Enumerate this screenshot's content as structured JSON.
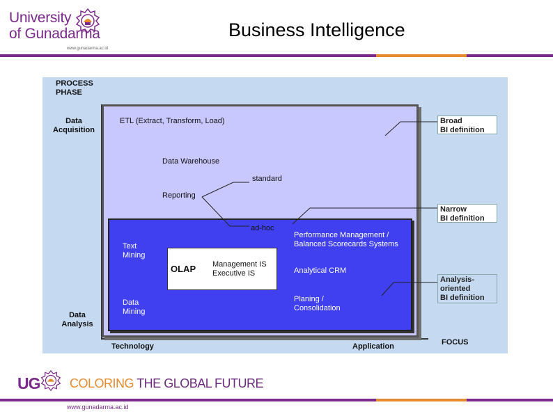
{
  "header": {
    "university_line1": "University",
    "university_line2": "of Gunadarma",
    "logo_url": "www.gunadarma.ac.id",
    "title": "Business Intelligence"
  },
  "diagram": {
    "process_phase": "PROCESS\nPHASE",
    "data_acquisition": "Data\nAcquisition",
    "data_analysis": "Data\nAnalysis",
    "etl": "ETL (Extract, Transform, Load)",
    "data_warehouse": "Data Warehouse",
    "standard": "standard",
    "reporting": "Reporting",
    "ad_hoc": "ad-hoc",
    "performance_mgmt": "Performance Management /\nBalanced Scorecards Systems",
    "text_mining": "Text\nMining",
    "olap": "OLAP",
    "management_is": "Management IS\nExecutive IS",
    "analytical_crm": "Analytical CRM",
    "data_mining": "Data\nMining",
    "planing": "Planing /\nConsolidation",
    "technology": "Technology",
    "application": "Application",
    "focus": "FOCUS",
    "broad": "Broad\nBI definition",
    "narrow": "Narrow\nBI definition",
    "analysis_oriented": "Analysis-\noriented\nBI definition"
  },
  "footer": {
    "ug": "UG",
    "coloring": "COLORING",
    "global_future": " THE GLOBAL FUTURE",
    "url": "www.gunadarma.ac.id"
  },
  "colors": {
    "purple": "#7a2a8a",
    "orange": "#e58a2e",
    "diagram_bg": "#c5d9f1",
    "outer_box": "#c8c8ff",
    "inner_box": "#4040f0"
  }
}
